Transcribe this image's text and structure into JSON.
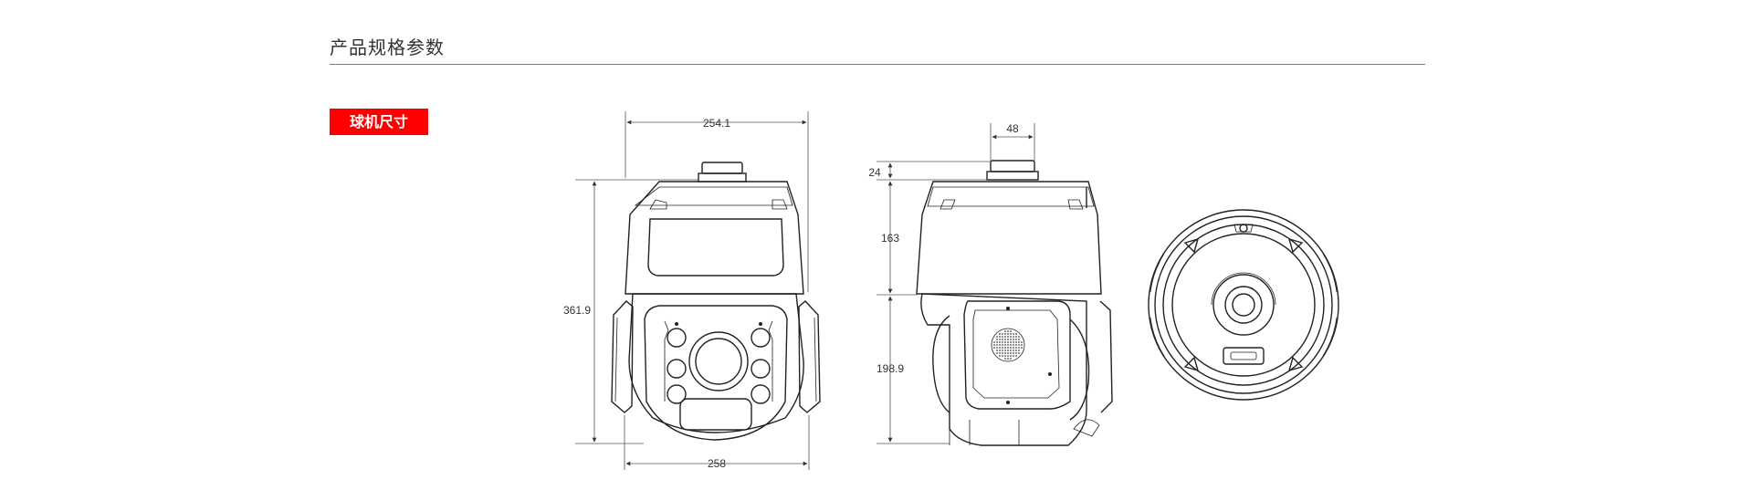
{
  "header": {
    "title": "产品规格参数"
  },
  "badge": {
    "label": "球机尺寸"
  },
  "front_view": {
    "top_width": "254.1",
    "height": "361.9",
    "bottom_width": "258"
  },
  "side_view": {
    "mount_width": "48",
    "mount_height": "24",
    "upper_height": "163",
    "lower_height": "198.9"
  },
  "colors": {
    "badge": "#ff0000",
    "rule": "#7a7a7a",
    "line": "#222222"
  }
}
